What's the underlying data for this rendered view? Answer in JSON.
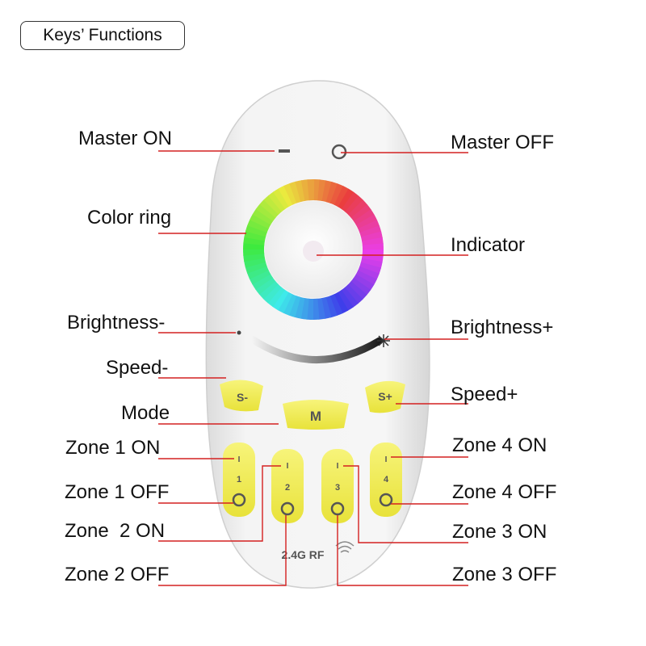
{
  "title": "Keys’ Functions",
  "remote": {
    "brand_text": "2.4G RF",
    "mode_key": "M",
    "speed_minus_key": "S-",
    "speed_plus_key": "S+",
    "zone_numbers": [
      "1",
      "2",
      "3",
      "4"
    ],
    "on_mark": "I"
  },
  "labels": {
    "master_on": "Master ON",
    "master_off": "Master OFF",
    "color_ring": "Color ring",
    "indicator": "Indicator",
    "brightness_minus": "Brightness-",
    "brightness_plus": "Brightness+",
    "speed_minus": "Speed-",
    "speed_plus": "Speed+",
    "mode": "Mode",
    "zone1_on": "Zone 1 ON",
    "zone1_off": "Zone 1 OFF",
    "zone2_on": "Zone  2 ON",
    "zone2_off": "Zone 2 OFF",
    "zone3_on": "Zone 3 ON",
    "zone3_off": "Zone 3 OFF",
    "zone4_on": "Zone 4 ON",
    "zone4_off": "Zone 4 OFF"
  },
  "colors": {
    "leader_line": "#d42020",
    "key_yellow": "#f3ee4a",
    "remote_body": "#f2f2f2"
  }
}
